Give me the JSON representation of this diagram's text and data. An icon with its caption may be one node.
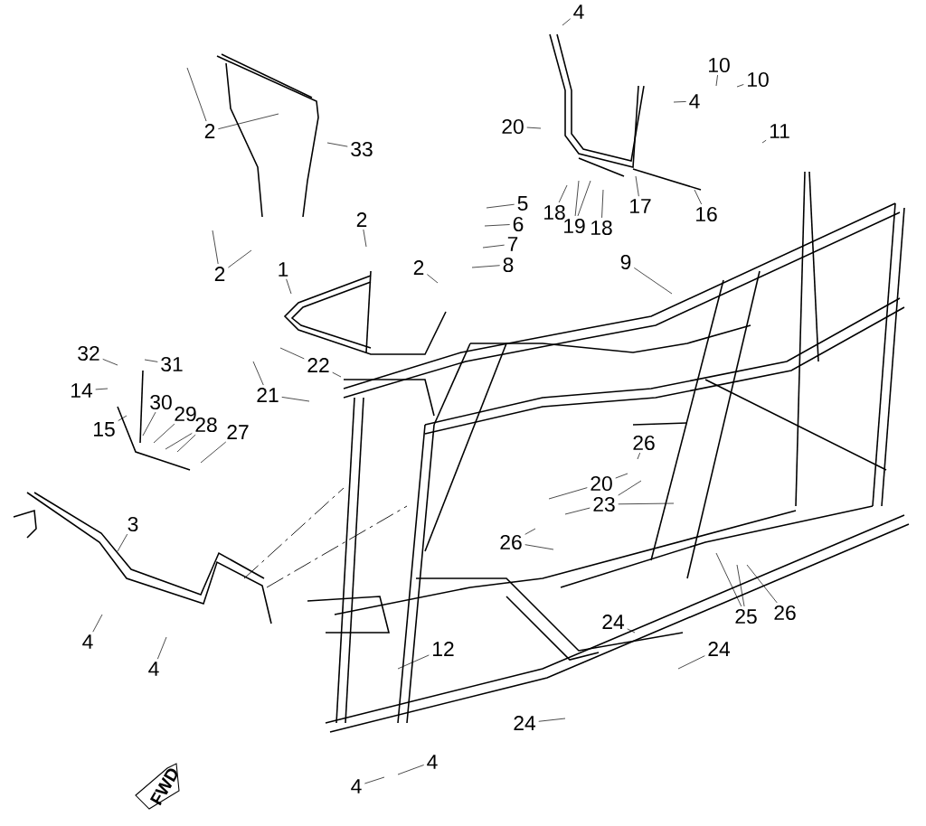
{
  "diagram": {
    "nodes": [
      {
        "text": [
          "4"
        ]
      },
      {
        "text": [
          "4"
        ]
      },
      {
        "text": [
          "20"
        ]
      },
      {
        "text": [
          "2"
        ]
      },
      {
        "text": [
          "33"
        ]
      },
      {
        "text": [
          "10"
        ]
      },
      {
        "text": [
          "10"
        ]
      },
      {
        "text": [
          "11"
        ]
      },
      {
        "text": [
          "5"
        ]
      },
      {
        "text": [
          "6"
        ]
      },
      {
        "text": [
          "7"
        ]
      },
      {
        "text": [
          "8"
        ]
      },
      {
        "text": [
          "18"
        ]
      },
      {
        "text": [
          "19"
        ]
      },
      {
        "text": [
          "18"
        ]
      },
      {
        "text": [
          "17"
        ]
      },
      {
        "text": [
          "16"
        ]
      },
      {
        "text": [
          "2"
        ]
      },
      {
        "text": [
          "2"
        ]
      },
      {
        "text": [
          "2"
        ]
      },
      {
        "text": [
          "1"
        ]
      },
      {
        "text": [
          "9"
        ]
      },
      {
        "text": [
          "32"
        ]
      },
      {
        "text": [
          "31"
        ]
      },
      {
        "text": [
          "22"
        ]
      },
      {
        "text": [
          "14"
        ]
      },
      {
        "text": [
          "21"
        ]
      },
      {
        "text": [
          "30"
        ]
      },
      {
        "text": [
          "29"
        ]
      },
      {
        "text": [
          "28"
        ]
      },
      {
        "text": [
          "15"
        ]
      },
      {
        "text": [
          "27"
        ]
      },
      {
        "text": [
          "26"
        ]
      },
      {
        "text": [
          "20"
        ]
      },
      {
        "text": [
          "23"
        ]
      },
      {
        "text": [
          "3"
        ]
      },
      {
        "text": [
          "26"
        ]
      },
      {
        "text": [
          "25"
        ]
      },
      {
        "text": [
          "26"
        ]
      },
      {
        "text": [
          "24"
        ]
      },
      {
        "text": [
          "4"
        ]
      },
      {
        "text": [
          "12"
        ]
      },
      {
        "text": [
          "24"
        ]
      },
      {
        "text": [
          "4"
        ]
      },
      {
        "text": [
          "24"
        ]
      },
      {
        "text": [
          "4"
        ]
      },
      {
        "text": [
          "4"
        ]
      }
    ],
    "edges": [
      {
        "from": 0,
        "to": null,
        "arrow": "none"
      },
      {
        "from": 1,
        "to": null,
        "arrow": "none"
      },
      {
        "from": 2,
        "to": null,
        "arrow": "none"
      },
      {
        "from": 3,
        "to": null,
        "arrow": "none"
      },
      {
        "from": 3,
        "to": null,
        "arrow": "none"
      },
      {
        "from": 4,
        "to": null,
        "arrow": "none"
      },
      {
        "from": 5,
        "to": null,
        "arrow": "none"
      },
      {
        "from": 6,
        "to": null,
        "arrow": "none"
      },
      {
        "from": 7,
        "to": null,
        "arrow": "none"
      },
      {
        "from": 8,
        "to": null,
        "arrow": "none"
      },
      {
        "from": 9,
        "to": null,
        "arrow": "none"
      },
      {
        "from": 10,
        "to": null,
        "arrow": "none"
      },
      {
        "from": 11,
        "to": null,
        "arrow": "none"
      },
      {
        "from": 12,
        "to": null,
        "arrow": "none"
      },
      {
        "from": 13,
        "to": null,
        "arrow": "none"
      },
      {
        "from": 13,
        "to": null,
        "arrow": "none"
      },
      {
        "from": 14,
        "to": null,
        "arrow": "none"
      },
      {
        "from": 15,
        "to": null,
        "arrow": "none"
      },
      {
        "from": 16,
        "to": null,
        "arrow": "none"
      },
      {
        "from": 17,
        "to": null,
        "arrow": "none"
      },
      {
        "from": 18,
        "to": null,
        "arrow": "none"
      },
      {
        "from": 19,
        "to": null,
        "arrow": "none"
      },
      {
        "from": 19,
        "to": null,
        "arrow": "none"
      },
      {
        "from": 20,
        "to": null,
        "arrow": "none"
      },
      {
        "from": 21,
        "to": null,
        "arrow": "none"
      },
      {
        "from": 22,
        "to": null,
        "arrow": "none"
      },
      {
        "from": 23,
        "to": null,
        "arrow": "none"
      },
      {
        "from": 24,
        "to": null,
        "arrow": "none"
      },
      {
        "from": 24,
        "to": null,
        "arrow": "none"
      },
      {
        "from": 25,
        "to": null,
        "arrow": "none"
      },
      {
        "from": 26,
        "to": null,
        "arrow": "none"
      },
      {
        "from": 26,
        "to": null,
        "arrow": "none"
      },
      {
        "from": 27,
        "to": null,
        "arrow": "none"
      },
      {
        "from": 28,
        "to": null,
        "arrow": "none"
      },
      {
        "from": 29,
        "to": null,
        "arrow": "none"
      },
      {
        "from": 29,
        "to": null,
        "arrow": "none"
      },
      {
        "from": 30,
        "to": null,
        "arrow": "none"
      },
      {
        "from": 31,
        "to": null,
        "arrow": "none"
      },
      {
        "from": 32,
        "to": null,
        "arrow": "none"
      },
      {
        "from": 33,
        "to": null,
        "arrow": "none"
      },
      {
        "from": 33,
        "to": null,
        "arrow": "none"
      },
      {
        "from": 34,
        "to": null,
        "arrow": "none"
      },
      {
        "from": 34,
        "to": null,
        "arrow": "none"
      },
      {
        "from": 34,
        "to": null,
        "arrow": "none"
      },
      {
        "from": 36,
        "to": null,
        "arrow": "none"
      },
      {
        "from": 36,
        "to": null,
        "arrow": "none"
      },
      {
        "from": 37,
        "to": null,
        "arrow": "none"
      },
      {
        "from": 37,
        "to": null,
        "arrow": "none"
      },
      {
        "from": 38,
        "to": null,
        "arrow": "none"
      },
      {
        "from": 35,
        "to": null,
        "arrow": "none"
      },
      {
        "from": 39,
        "to": null,
        "arrow": "none"
      },
      {
        "from": 40,
        "to": null,
        "arrow": "none"
      },
      {
        "from": 41,
        "to": null,
        "arrow": "none"
      },
      {
        "from": 42,
        "to": null,
        "arrow": "none"
      },
      {
        "from": 43,
        "to": null,
        "arrow": "none"
      },
      {
        "from": 44,
        "to": null,
        "arrow": "none"
      },
      {
        "from": 45,
        "to": null,
        "arrow": "none"
      },
      {
        "from": 46,
        "to": null,
        "arrow": "none"
      }
    ],
    "labels": [
      "FWD"
    ]
  }
}
